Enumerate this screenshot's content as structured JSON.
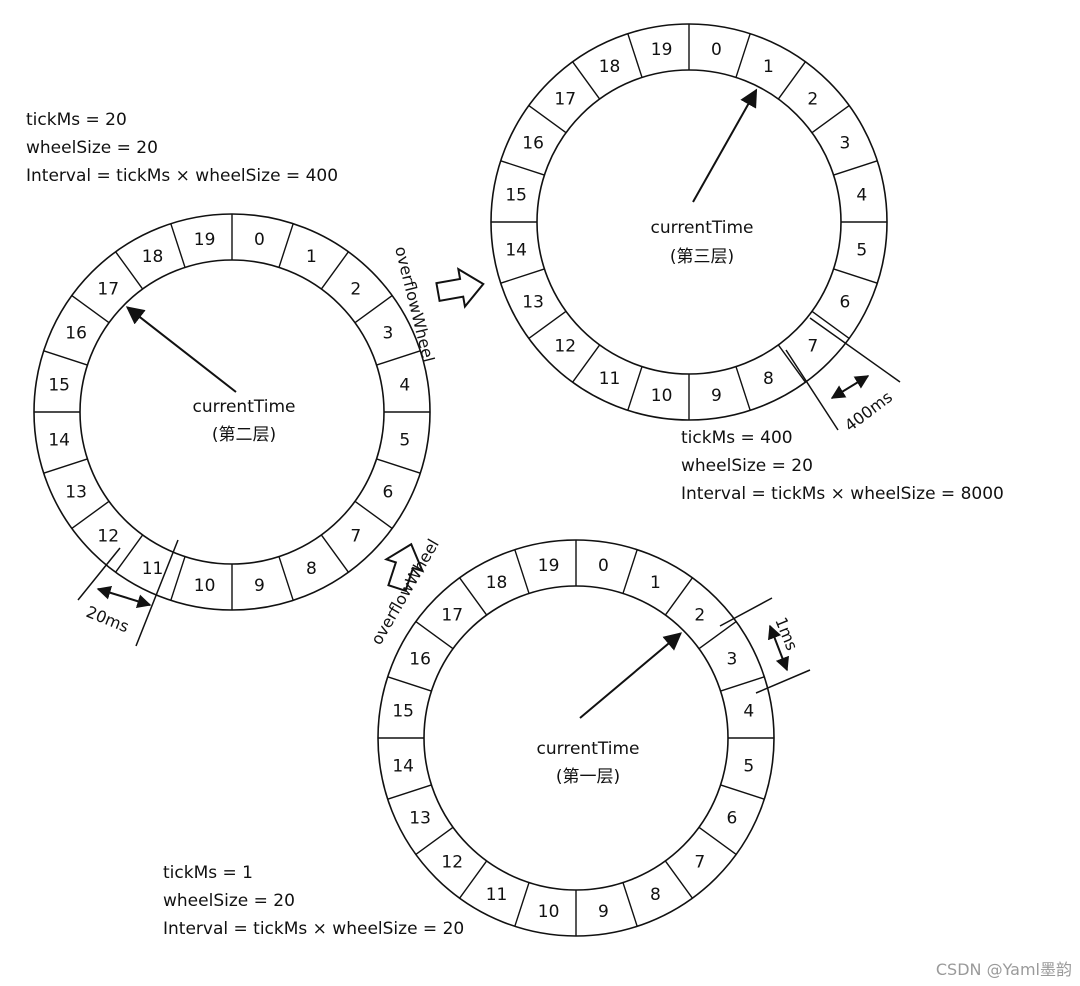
{
  "wheels": [
    {
      "id": "second-layer",
      "current_time_label": "currentTime",
      "layer_label": "(第二层)",
      "pointer_slot": 17,
      "slots": [
        "0",
        "1",
        "2",
        "3",
        "4",
        "5",
        "6",
        "7",
        "8",
        "9",
        "10",
        "11",
        "12",
        "13",
        "14",
        "15",
        "16",
        "17",
        "18",
        "19"
      ],
      "params": [
        "tickMs = 20",
        "wheelSize = 20",
        "Interval = tickMs × wheelSize = 400"
      ],
      "interval_marker": "20ms"
    },
    {
      "id": "third-layer",
      "current_time_label": "currentTime",
      "layer_label": "(第三层)",
      "pointer_slot": 1,
      "slots": [
        "0",
        "1",
        "2",
        "3",
        "4",
        "5",
        "6",
        "7",
        "8",
        "9",
        "10",
        "11",
        "12",
        "13",
        "14",
        "15",
        "16",
        "17",
        "18",
        "19"
      ],
      "params": [
        "tickMs = 400",
        "wheelSize = 20",
        "Interval = tickMs × wheelSize = 8000"
      ],
      "interval_marker": "400ms"
    },
    {
      "id": "first-layer",
      "current_time_label": "currentTime",
      "layer_label": "(第一层)",
      "pointer_slot": 2,
      "slots": [
        "0",
        "1",
        "2",
        "3",
        "4",
        "5",
        "6",
        "7",
        "8",
        "9",
        "10",
        "11",
        "12",
        "13",
        "14",
        "15",
        "16",
        "17",
        "18",
        "19"
      ],
      "params": [
        "tickMs = 1",
        "wheelSize = 20",
        "Interval = tickMs × wheelSize = 20"
      ],
      "interval_marker": "1ms"
    }
  ],
  "overflow_labels": [
    "overflowWheel",
    "overflowWheel"
  ],
  "watermark": "CSDN @Yaml墨韵"
}
